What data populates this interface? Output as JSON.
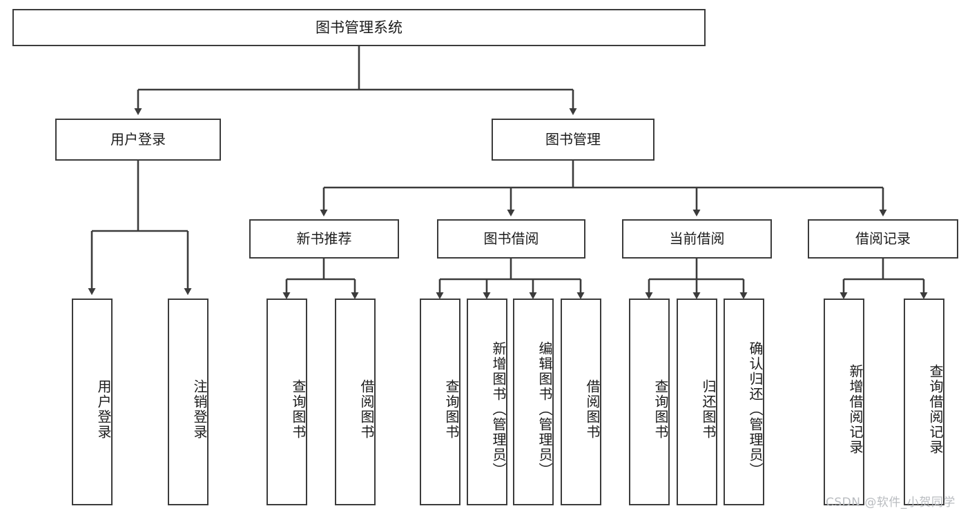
{
  "diagram": {
    "title": "图书管理系统",
    "type": "tree-hierarchy",
    "root": {
      "label": "图书管理系统"
    },
    "level2": [
      {
        "label": "用户登录"
      },
      {
        "label": "图书管理"
      }
    ],
    "level3": [
      {
        "label": "新书推荐"
      },
      {
        "label": "图书借阅"
      },
      {
        "label": "当前借阅"
      },
      {
        "label": "借阅记录"
      }
    ],
    "leaves": {
      "user_login": [
        {
          "label": "用户登录"
        },
        {
          "label": "注销登录"
        }
      ],
      "new_book_recommend": [
        {
          "label": "查询图书"
        },
        {
          "label": "借阅图书"
        }
      ],
      "book_borrow": [
        {
          "label": "查询图书"
        },
        {
          "label": "新增图书（管理员）"
        },
        {
          "label": "编辑图书（管理员）"
        },
        {
          "label": "借阅图书"
        }
      ],
      "current_borrow": [
        {
          "label": "查询图书"
        },
        {
          "label": "归还图书"
        },
        {
          "label": "确认归还（管理员）"
        }
      ],
      "borrow_record": [
        {
          "label": "新增借阅记录"
        },
        {
          "label": "查询借阅记录"
        }
      ]
    }
  },
  "watermark": {
    "text": "CSDN @软件_小贺同学"
  },
  "colors": {
    "stroke": "#3b3b3b",
    "fill": "#ffffff",
    "text": "#1b1b1b",
    "watermark": "#b9bcc0"
  }
}
